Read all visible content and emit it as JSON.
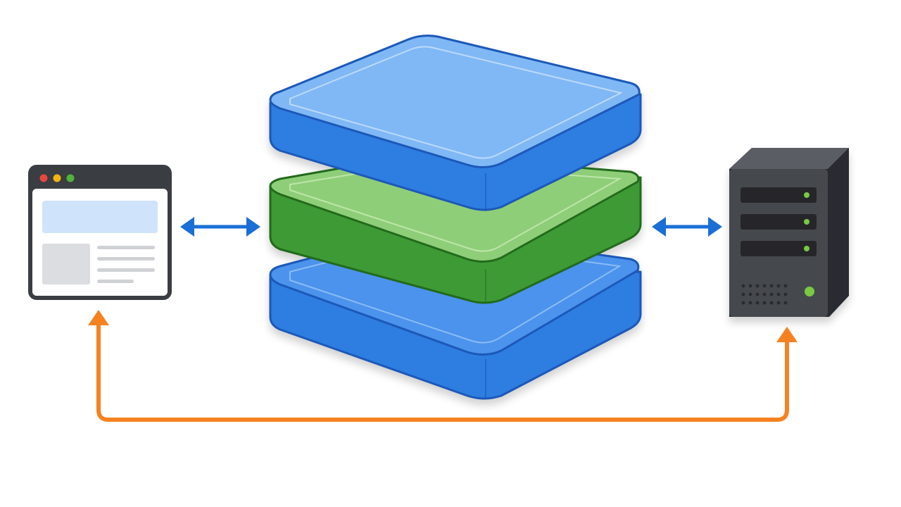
{
  "diagram": {
    "type": "architecture",
    "nodes": [
      {
        "id": "client",
        "icon": "browser-window-icon"
      },
      {
        "id": "layers",
        "icon": "stacked-layers-icon",
        "layers": [
          {
            "position": "top",
            "color": "#2f7de1",
            "face_color": "#7fb8f5"
          },
          {
            "position": "middle",
            "color": "#3e9a35",
            "face_color": "#8fce78"
          },
          {
            "position": "bottom",
            "color": "#2f7de1",
            "face_color": "#5f9ef0"
          }
        ]
      },
      {
        "id": "server",
        "icon": "server-tower-icon"
      }
    ],
    "edges": [
      {
        "from": "client",
        "to": "layers",
        "style": "bidirectional",
        "color": "#1a6fd6"
      },
      {
        "from": "layers",
        "to": "server",
        "style": "bidirectional",
        "color": "#1a6fd6"
      },
      {
        "from": "server",
        "to": "client",
        "style": "bidirectional-elbow",
        "color": "#f58220"
      }
    ],
    "colors": {
      "browser_frame": "#3a3d42",
      "browser_dot_red": "#e8473d",
      "browser_dot_yellow": "#f5b40e",
      "browser_dot_green": "#4fb33c",
      "browser_banner": "#cfe3fb",
      "server_body": "#45484e",
      "server_led": "#7ac943"
    }
  }
}
